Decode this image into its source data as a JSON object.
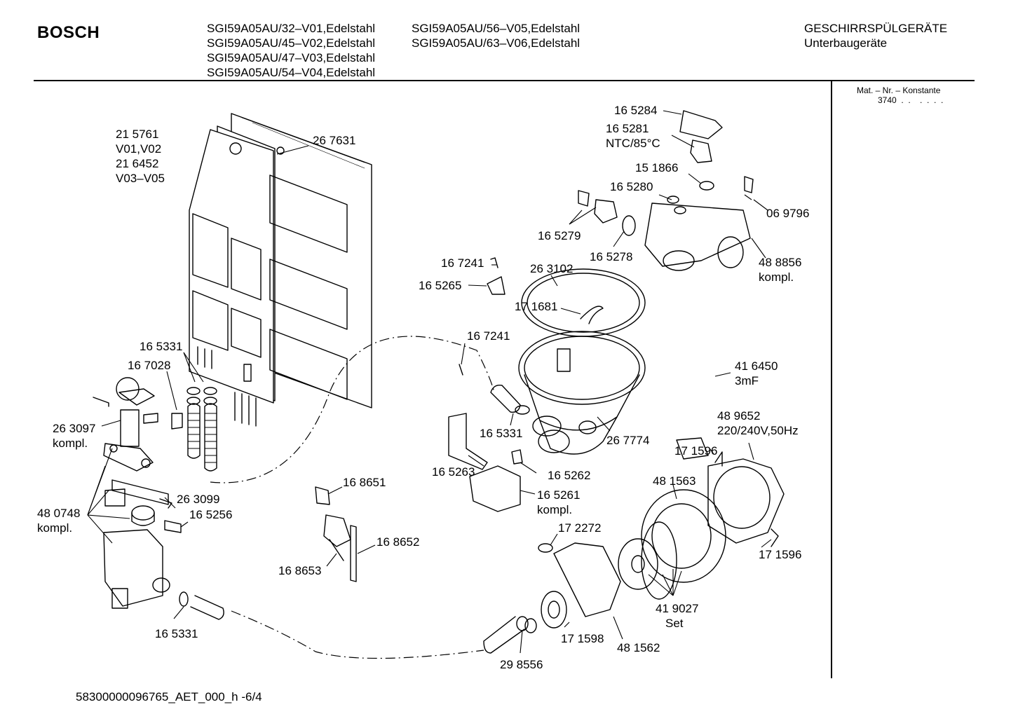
{
  "header": {
    "brand": "BOSCH",
    "models_col1": [
      "SGI59A05AU/32–V01,Edelstahl",
      "SGI59A05AU/45–V02,Edelstahl",
      "SGI59A05AU/47–V03,Edelstahl",
      "SGI59A05AU/54–V04,Edelstahl"
    ],
    "models_col2": [
      "SGI59A05AU/56–V05,Edelstahl",
      "SGI59A05AU/63–V06,Edelstahl"
    ],
    "category": "GESCHIRRSPÜLGERÄTE",
    "subcategory": "Unterbaugeräte"
  },
  "sidebar": {
    "mat_label": "Mat. – Nr. – Konstante",
    "mat_value": "3740  .  .    .  .  .  ."
  },
  "footer": {
    "doc_id": "58300000096765_AET_000_h  -6/4"
  },
  "labels": [
    {
      "id": "l1",
      "lines": [
        "21 5761",
        "V01,V02",
        "21 6452",
        "V03–V05"
      ]
    },
    {
      "id": "l2",
      "lines": [
        "26 7631"
      ]
    },
    {
      "id": "l3",
      "lines": [
        "16 5284"
      ]
    },
    {
      "id": "l4",
      "lines": [
        "16 5281",
        "NTC/85°C"
      ]
    },
    {
      "id": "l5",
      "lines": [
        "15 1866"
      ]
    },
    {
      "id": "l6",
      "lines": [
        "16 5280"
      ]
    },
    {
      "id": "l7",
      "lines": [
        "06 9796"
      ]
    },
    {
      "id": "l8",
      "lines": [
        "16 5279"
      ]
    },
    {
      "id": "l9",
      "lines": [
        "16 5278"
      ]
    },
    {
      "id": "l10",
      "lines": [
        "48 8856",
        "kompl."
      ]
    },
    {
      "id": "l11",
      "lines": [
        "16 7241"
      ]
    },
    {
      "id": "l12",
      "lines": [
        "26 3102"
      ]
    },
    {
      "id": "l13",
      "lines": [
        "16 5265"
      ]
    },
    {
      "id": "l14",
      "lines": [
        "17 1681"
      ]
    },
    {
      "id": "l15",
      "lines": [
        "16 5331"
      ]
    },
    {
      "id": "l16",
      "lines": [
        "16 7028"
      ]
    },
    {
      "id": "l17",
      "lines": [
        "16 7241"
      ]
    },
    {
      "id": "l18",
      "lines": [
        "41 6450",
        "3mF"
      ]
    },
    {
      "id": "l19",
      "lines": [
        "26 3097",
        "kompl."
      ]
    },
    {
      "id": "l20",
      "lines": [
        "16 5331"
      ]
    },
    {
      "id": "l21",
      "lines": [
        "26 7774"
      ]
    },
    {
      "id": "l22",
      "lines": [
        "48 9652",
        "220/240V,50Hz"
      ]
    },
    {
      "id": "l23",
      "lines": [
        "17 1596"
      ]
    },
    {
      "id": "l24",
      "lines": [
        "16 5263"
      ]
    },
    {
      "id": "l25",
      "lines": [
        "16 5262"
      ]
    },
    {
      "id": "l26",
      "lines": [
        "48 1563"
      ]
    },
    {
      "id": "l27",
      "lines": [
        "16 8651"
      ]
    },
    {
      "id": "l28",
      "lines": [
        "26 3099"
      ]
    },
    {
      "id": "l29",
      "lines": [
        "16 5261",
        "kompl."
      ]
    },
    {
      "id": "l30",
      "lines": [
        "48 0748",
        "kompl."
      ]
    },
    {
      "id": "l31",
      "lines": [
        "16 5256"
      ]
    },
    {
      "id": "l32",
      "lines": [
        "17 2272"
      ]
    },
    {
      "id": "l33",
      "lines": [
        "16 8652"
      ]
    },
    {
      "id": "l34",
      "lines": [
        "17 1596"
      ]
    },
    {
      "id": "l35",
      "lines": [
        "16 8653"
      ]
    },
    {
      "id": "l36",
      "lines": [
        "41 9027",
        "Set"
      ]
    },
    {
      "id": "l37",
      "lines": [
        "16 5331"
      ]
    },
    {
      "id": "l38",
      "lines": [
        "17 1598"
      ]
    },
    {
      "id": "l39",
      "lines": [
        "48 1562"
      ]
    },
    {
      "id": "l40",
      "lines": [
        "29 8556"
      ]
    }
  ]
}
